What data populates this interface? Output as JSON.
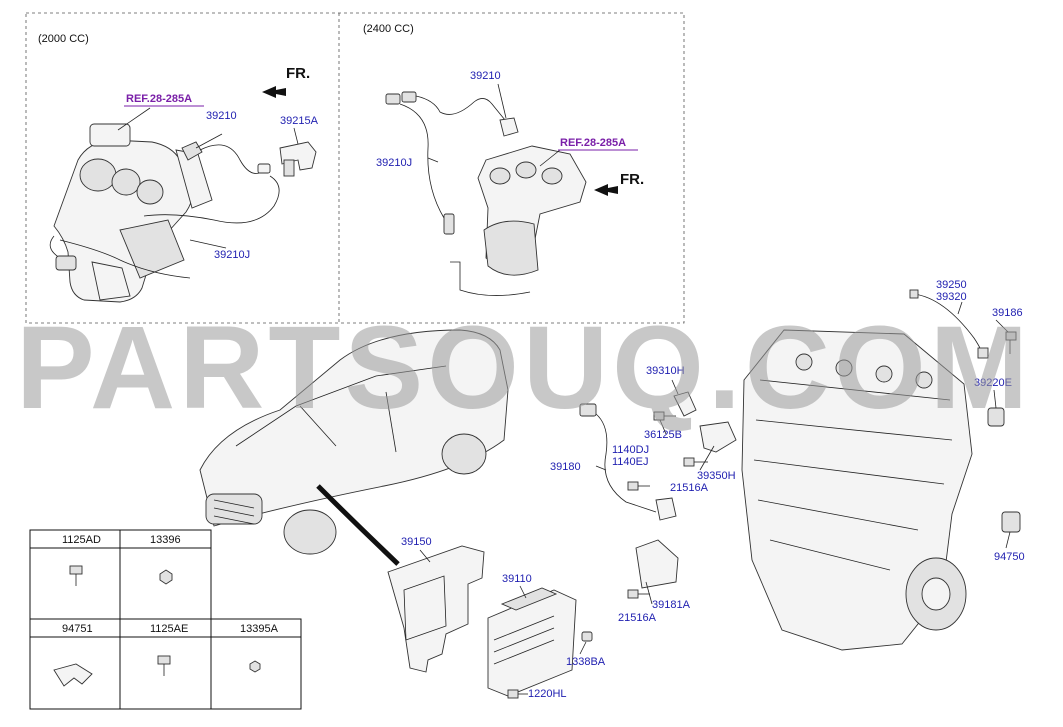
{
  "sections": {
    "left_title": "(2000 CC)",
    "right_title": "(2400 CC)"
  },
  "refs": {
    "left_ref": "REF.28-285A",
    "right_ref": "REF.28-285A",
    "fr_left": "FR.",
    "fr_right": "FR."
  },
  "labels": {
    "p39210_left": "39210",
    "p39215A": "39215A",
    "p39210J_left": "39210J",
    "p39210_right": "39210",
    "p39210J_right": "39210J",
    "p39250": "39250",
    "p39320": "39320",
    "p39186": "39186",
    "p39310H": "39310H",
    "p39220E": "39220E",
    "p36125B": "36125B",
    "p1140DJ": "1140DJ",
    "p1140EJ": "1140EJ",
    "p39180": "39180",
    "p39350H": "39350H",
    "p21516A_top": "21516A",
    "p39150": "39150",
    "p39110": "39110",
    "p39181A": "39181A",
    "p21516A_bottom": "21516A",
    "p94750": "94750",
    "p1338BA": "1338BA",
    "p1220HL": "1220HL"
  },
  "table": {
    "row1": [
      "1125AD",
      "13396"
    ],
    "row2": [
      "94751",
      "1125AE",
      "13395A"
    ]
  },
  "watermark": "PARTSOUQ.COM"
}
